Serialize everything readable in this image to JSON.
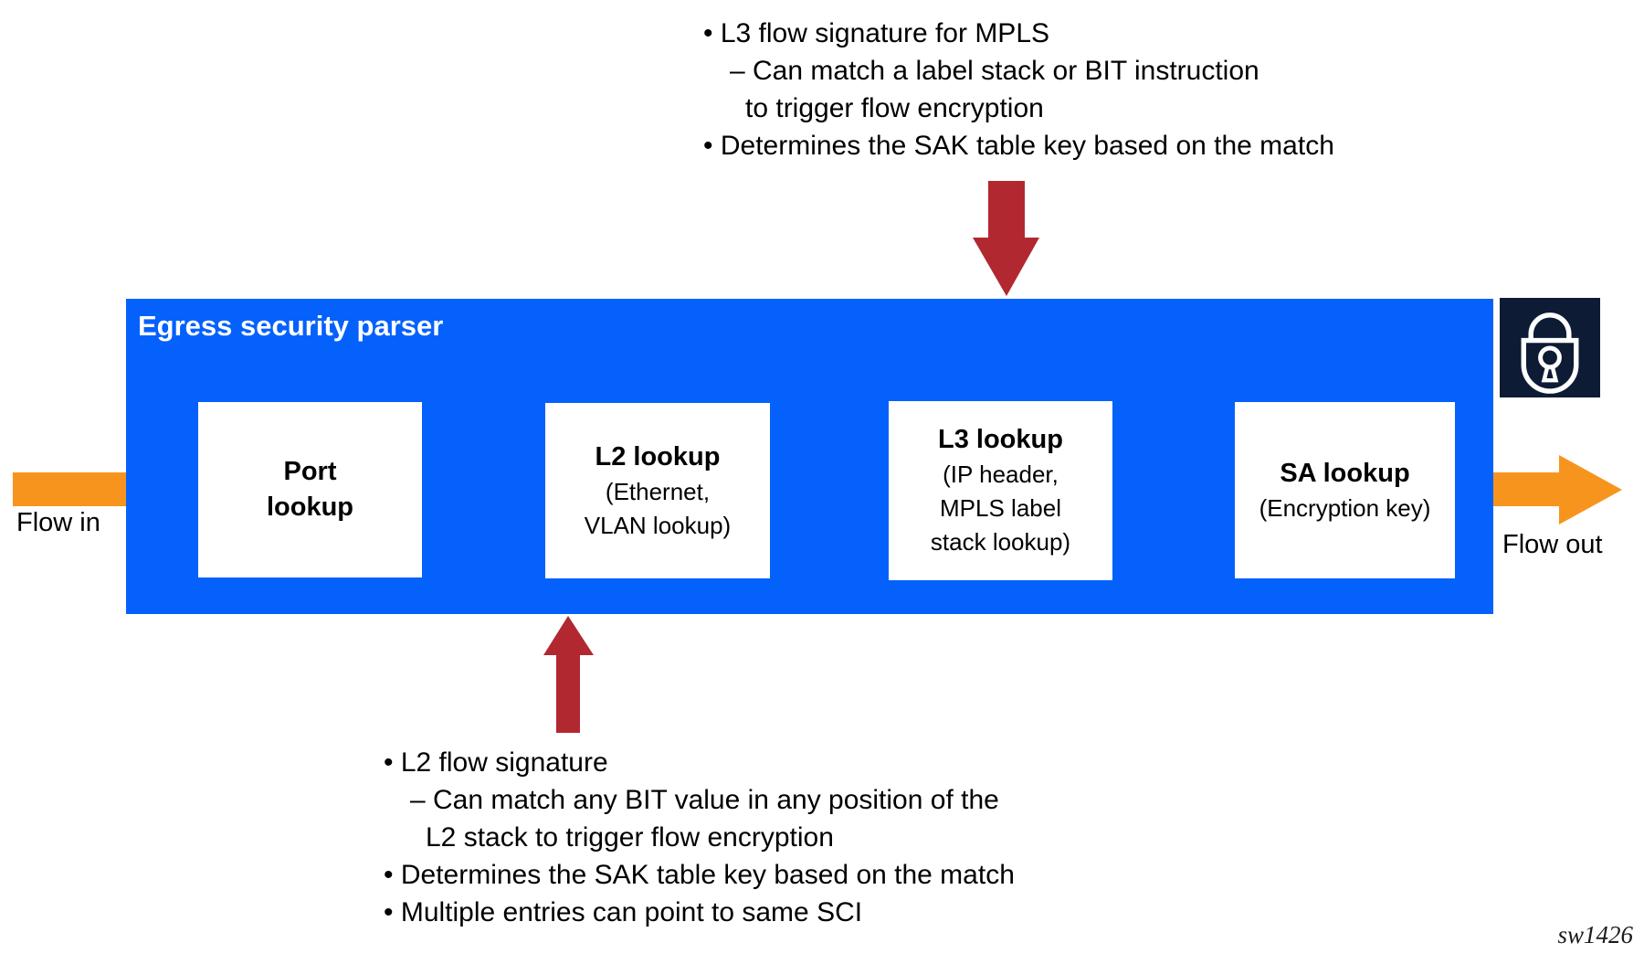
{
  "parser": {
    "title": "Egress security parser",
    "boxes": [
      {
        "title_lines": [
          "Port",
          "lookup"
        ],
        "sub_lines": []
      },
      {
        "title_lines": [
          "L2 lookup"
        ],
        "sub_lines": [
          "(Ethernet,",
          "VLAN lookup)"
        ]
      },
      {
        "title_lines": [
          "L3 lookup"
        ],
        "sub_lines": [
          "(IP header,",
          "MPLS label",
          "stack lookup)"
        ]
      },
      {
        "title_lines": [
          "SA lookup"
        ],
        "sub_lines": [
          "(Encryption key)"
        ]
      }
    ]
  },
  "labels": {
    "flow_in": "Flow in",
    "flow_out": "Flow out"
  },
  "top_note": {
    "lines": [
      "• L3 flow signature for MPLS",
      "– Can match a label stack or BIT instruction",
      "to trigger flow encryption",
      "• Determines the SAK table key based on the match"
    ]
  },
  "bottom_note": {
    "lines": [
      "• L2 flow signature",
      "– Can match any BIT value in any position of the",
      "L2 stack to trigger flow encryption",
      "• Determines the SAK table key based on the match",
      "• Multiple entries can point to same SCI"
    ]
  },
  "watermark": "sw1426",
  "icons": {
    "lock-icon": "padlock-outline"
  },
  "colors": {
    "panel_blue": "#0561FC",
    "arrow_orange": "#F7941E",
    "annotation_red": "#B22830",
    "lock_navy": "#0D1C34"
  }
}
